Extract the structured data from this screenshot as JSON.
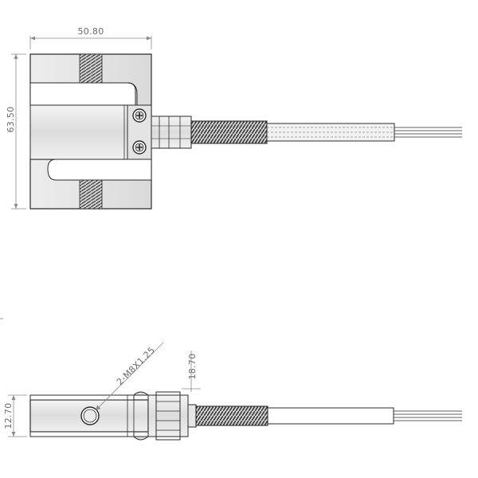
{
  "dimensions": {
    "width": "50.80",
    "height": "63.50",
    "side_height": "18.70",
    "side_thickness": "12.70",
    "thread_callout": "2-M8X1.25"
  },
  "colors": {
    "line": "#2b2b2b",
    "dim_line": "#8a8a8a",
    "body_fill": "#ececec",
    "thread": "#1a1a1a",
    "cable_fill": "#f2f2f2"
  }
}
